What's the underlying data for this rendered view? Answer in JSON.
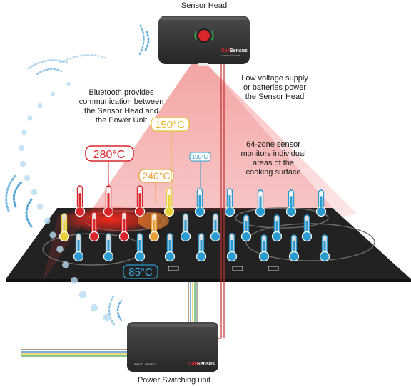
{
  "sensor_head": {
    "title": "Sensor Head",
    "brand": "Sensus",
    "brand_prefix": "Safe",
    "tagline": "SAFETY SYSTEMS"
  },
  "annotations": {
    "bluetooth": [
      "Bluetooth provides",
      "communication between",
      "the Sensor Head and",
      "the Power Unit"
    ],
    "power_supply": [
      "Low voltage supply",
      "or batteries power",
      "the Sensor Head"
    ],
    "zones": [
      "64-zone sensor",
      "monitors individual",
      "areas of the",
      "cooking surface"
    ]
  },
  "temperatures": {
    "t280": "280°C",
    "t240": "240°C",
    "t150": "150°C",
    "t100": "100°C",
    "t85": "85°C"
  },
  "power_unit": {
    "title": "Power Switching unit",
    "brand": "Sensus",
    "brand_prefix": "Safe",
    "port_left": "INPUT",
    "port_right": "OUTPUT"
  },
  "colors": {
    "hot_red": "#d8262c",
    "orange": "#e8a23a",
    "yellow": "#e8d23a",
    "cool_blue": "#2a9bd0",
    "cooktop": "#1e1e1e",
    "bluetooth_wave": "#2a8fd0"
  }
}
